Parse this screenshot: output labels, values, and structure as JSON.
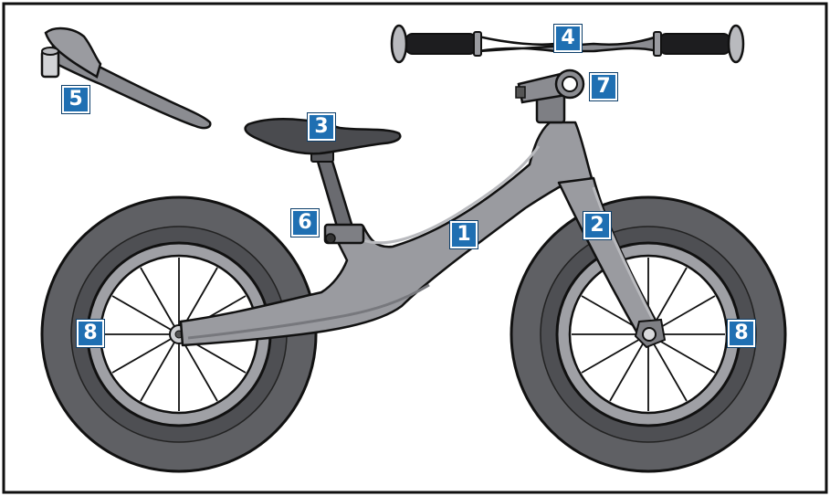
{
  "diagram": {
    "callouts": [
      {
        "id": "frame",
        "number": "1"
      },
      {
        "id": "fork",
        "number": "2"
      },
      {
        "id": "saddle",
        "number": "3"
      },
      {
        "id": "handlebar",
        "number": "4"
      },
      {
        "id": "kickstand",
        "number": "5"
      },
      {
        "id": "seatpost-clamp",
        "number": "6"
      },
      {
        "id": "stem",
        "number": "7"
      },
      {
        "id": "rear-wheel",
        "number": "8"
      },
      {
        "id": "front-wheel",
        "number": "8"
      }
    ],
    "colors": {
      "callout_fill": "#1f6fb2",
      "tire": "#5f6064",
      "frame": "#9a9ba0",
      "outline": "#111111"
    }
  }
}
